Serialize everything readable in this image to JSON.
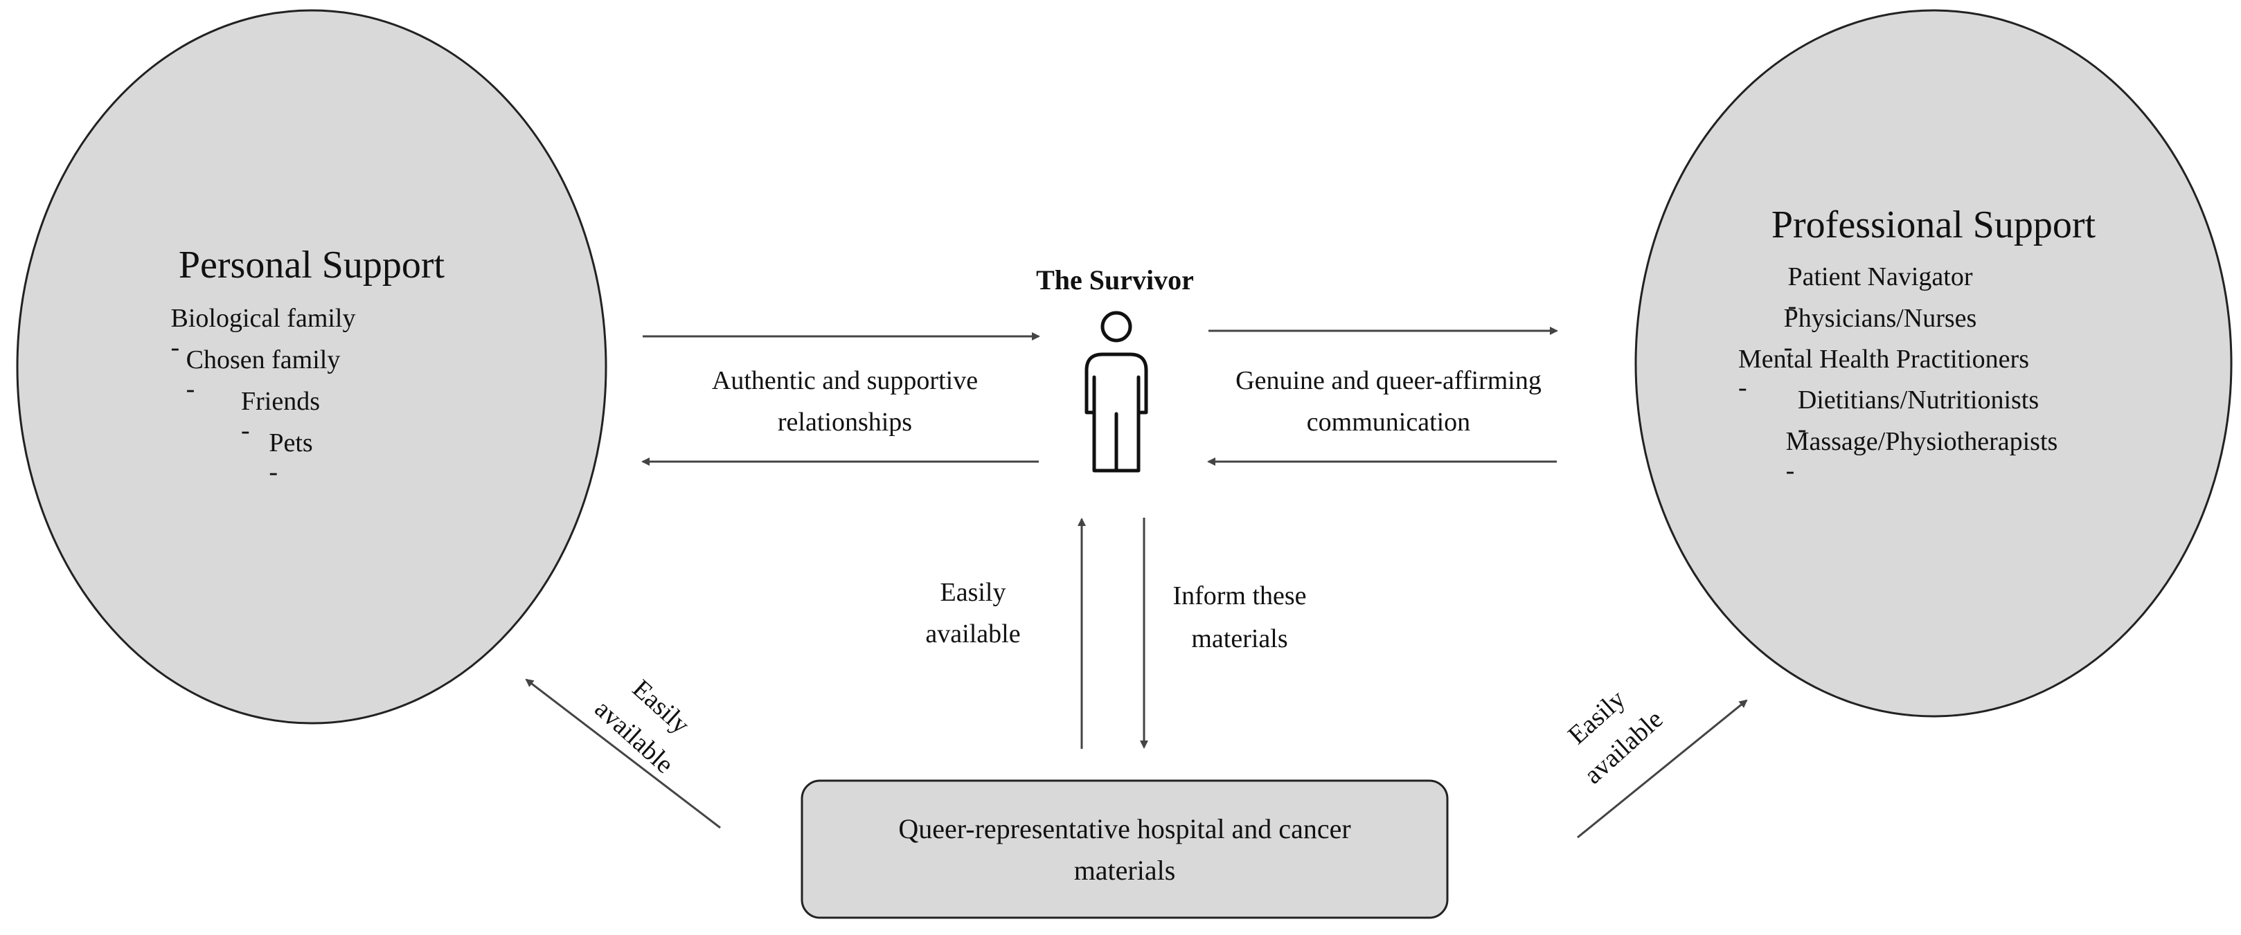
{
  "personal_support": {
    "title": "Personal Support",
    "items": [
      "Biological family",
      "Chosen family",
      "Friends",
      "Pets"
    ]
  },
  "professional_support": {
    "title": "Professional Support",
    "items": [
      "Patient Navigator",
      "Physicians/Nurses",
      "Mental Health Practitioners",
      "Dietitians/Nutritionists",
      "Massage/Physiotherapists"
    ]
  },
  "survivor": {
    "label": "The Survivor"
  },
  "relationships": {
    "left_link": "Authentic and supportive relationships",
    "right_link": "Genuine and queer-affirming communication",
    "materials_to_survivor": "Easily available",
    "survivor_to_materials": "Inform these materials",
    "materials_to_personal": "Easily available",
    "materials_to_professional": "Easily available"
  },
  "materials": {
    "label": "Queer-representative hospital and cancer materials"
  },
  "colors": {
    "node_fill": "#d9d9d9",
    "stroke": "#222222",
    "arrow": "#444444"
  }
}
